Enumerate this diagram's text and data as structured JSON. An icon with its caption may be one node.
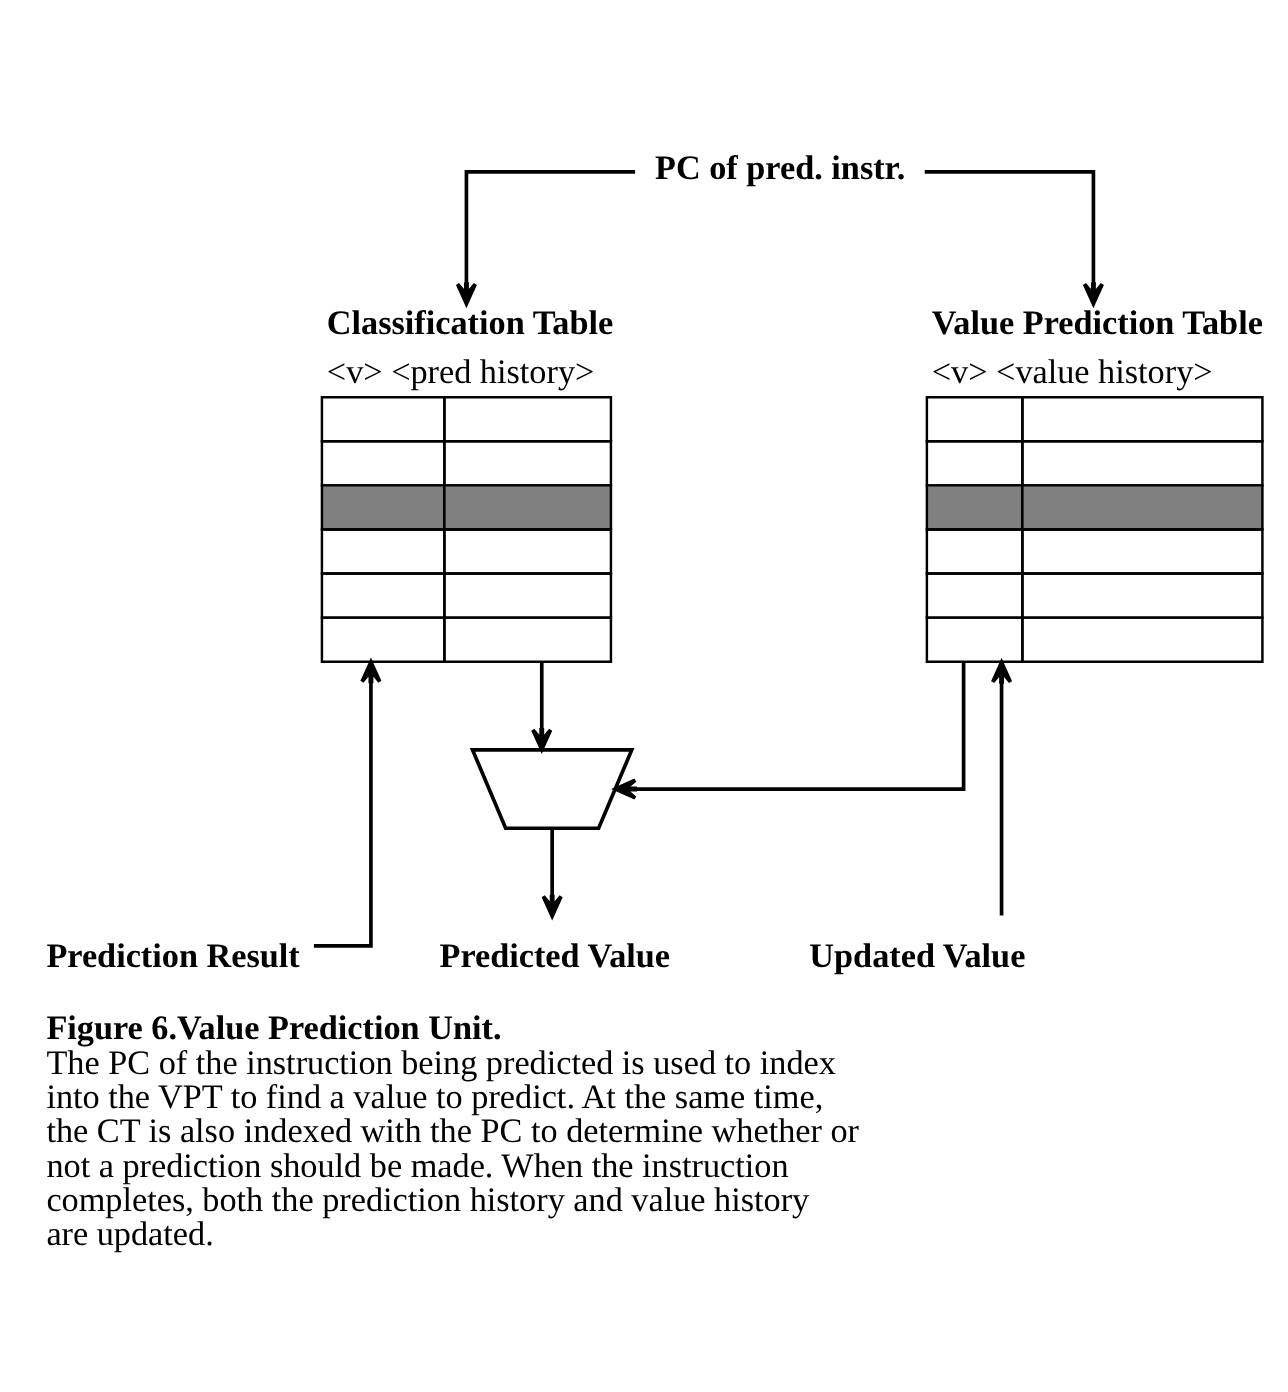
{
  "diagram": {
    "caption": "**Figure 6.Value Prediction Unit.** The PC of the instruction being predicted is used to index into the VPT to find a value to predict. At the same time, the CT is also indexed with the PC to determine whether or not a prediction should be made. When the instruction completes, both the prediction history and value history are updated.",
    "nodes": [
      {
        "text": [
          "Classification Table",
          "<v> <pred history>"
        ]
      },
      {
        "text": [
          "Value Prediction Table",
          "<v> <value history>"
        ]
      },
      {
        "text": [
          "PC of pred. instr."
        ]
      },
      {
        "text": [],
        "shape": "trapezoid"
      },
      {
        "text": [
          "Prediction Result"
        ]
      },
      {
        "text": [
          "Predicted Value"
        ]
      },
      {
        "text": [
          "Updated Value"
        ]
      }
    ],
    "edges": [
      {
        "from": 2,
        "to": 0,
        "arrow": "to"
      },
      {
        "from": 2,
        "to": 1,
        "arrow": "to"
      },
      {
        "from": 0,
        "to": 3,
        "arrow": "to"
      },
      {
        "from": 1,
        "to": 3,
        "arrow": "to"
      },
      {
        "from": 3,
        "to": 5,
        "arrow": "to"
      },
      {
        "from": 4,
        "to": 0,
        "arrow": "to"
      },
      {
        "from": 6,
        "to": 1,
        "arrow": "to"
      }
    ]
  }
}
